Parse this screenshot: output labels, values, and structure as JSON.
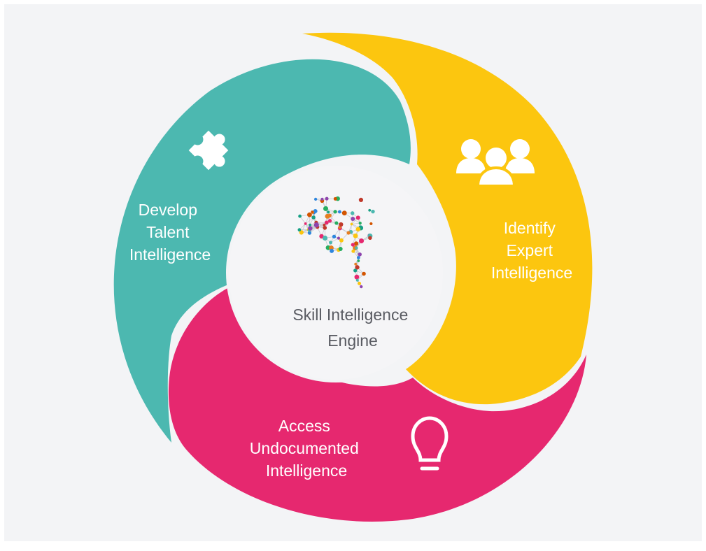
{
  "colors": {
    "background": "#f3f4f6",
    "teal": "#4cb8b0",
    "yellow": "#fcc60f",
    "pink": "#e6286f",
    "center_fill": "#f5f5f7",
    "center_text": "#595b62"
  },
  "center": {
    "title_lines": [
      "Skill Intelligence",
      "Engine"
    ],
    "icon": "brain-network-icon"
  },
  "segments": [
    {
      "id": "develop",
      "lines": [
        "Develop",
        "Talent",
        "Intelligence"
      ],
      "icon": "puzzle-piece-icon"
    },
    {
      "id": "identify",
      "lines": [
        "Identify",
        "Expert",
        "Intelligence"
      ],
      "icon": "people-group-icon"
    },
    {
      "id": "access",
      "lines": [
        "Access",
        "Undocumented",
        "Intelligence"
      ],
      "icon": "lightbulb-icon"
    }
  ]
}
